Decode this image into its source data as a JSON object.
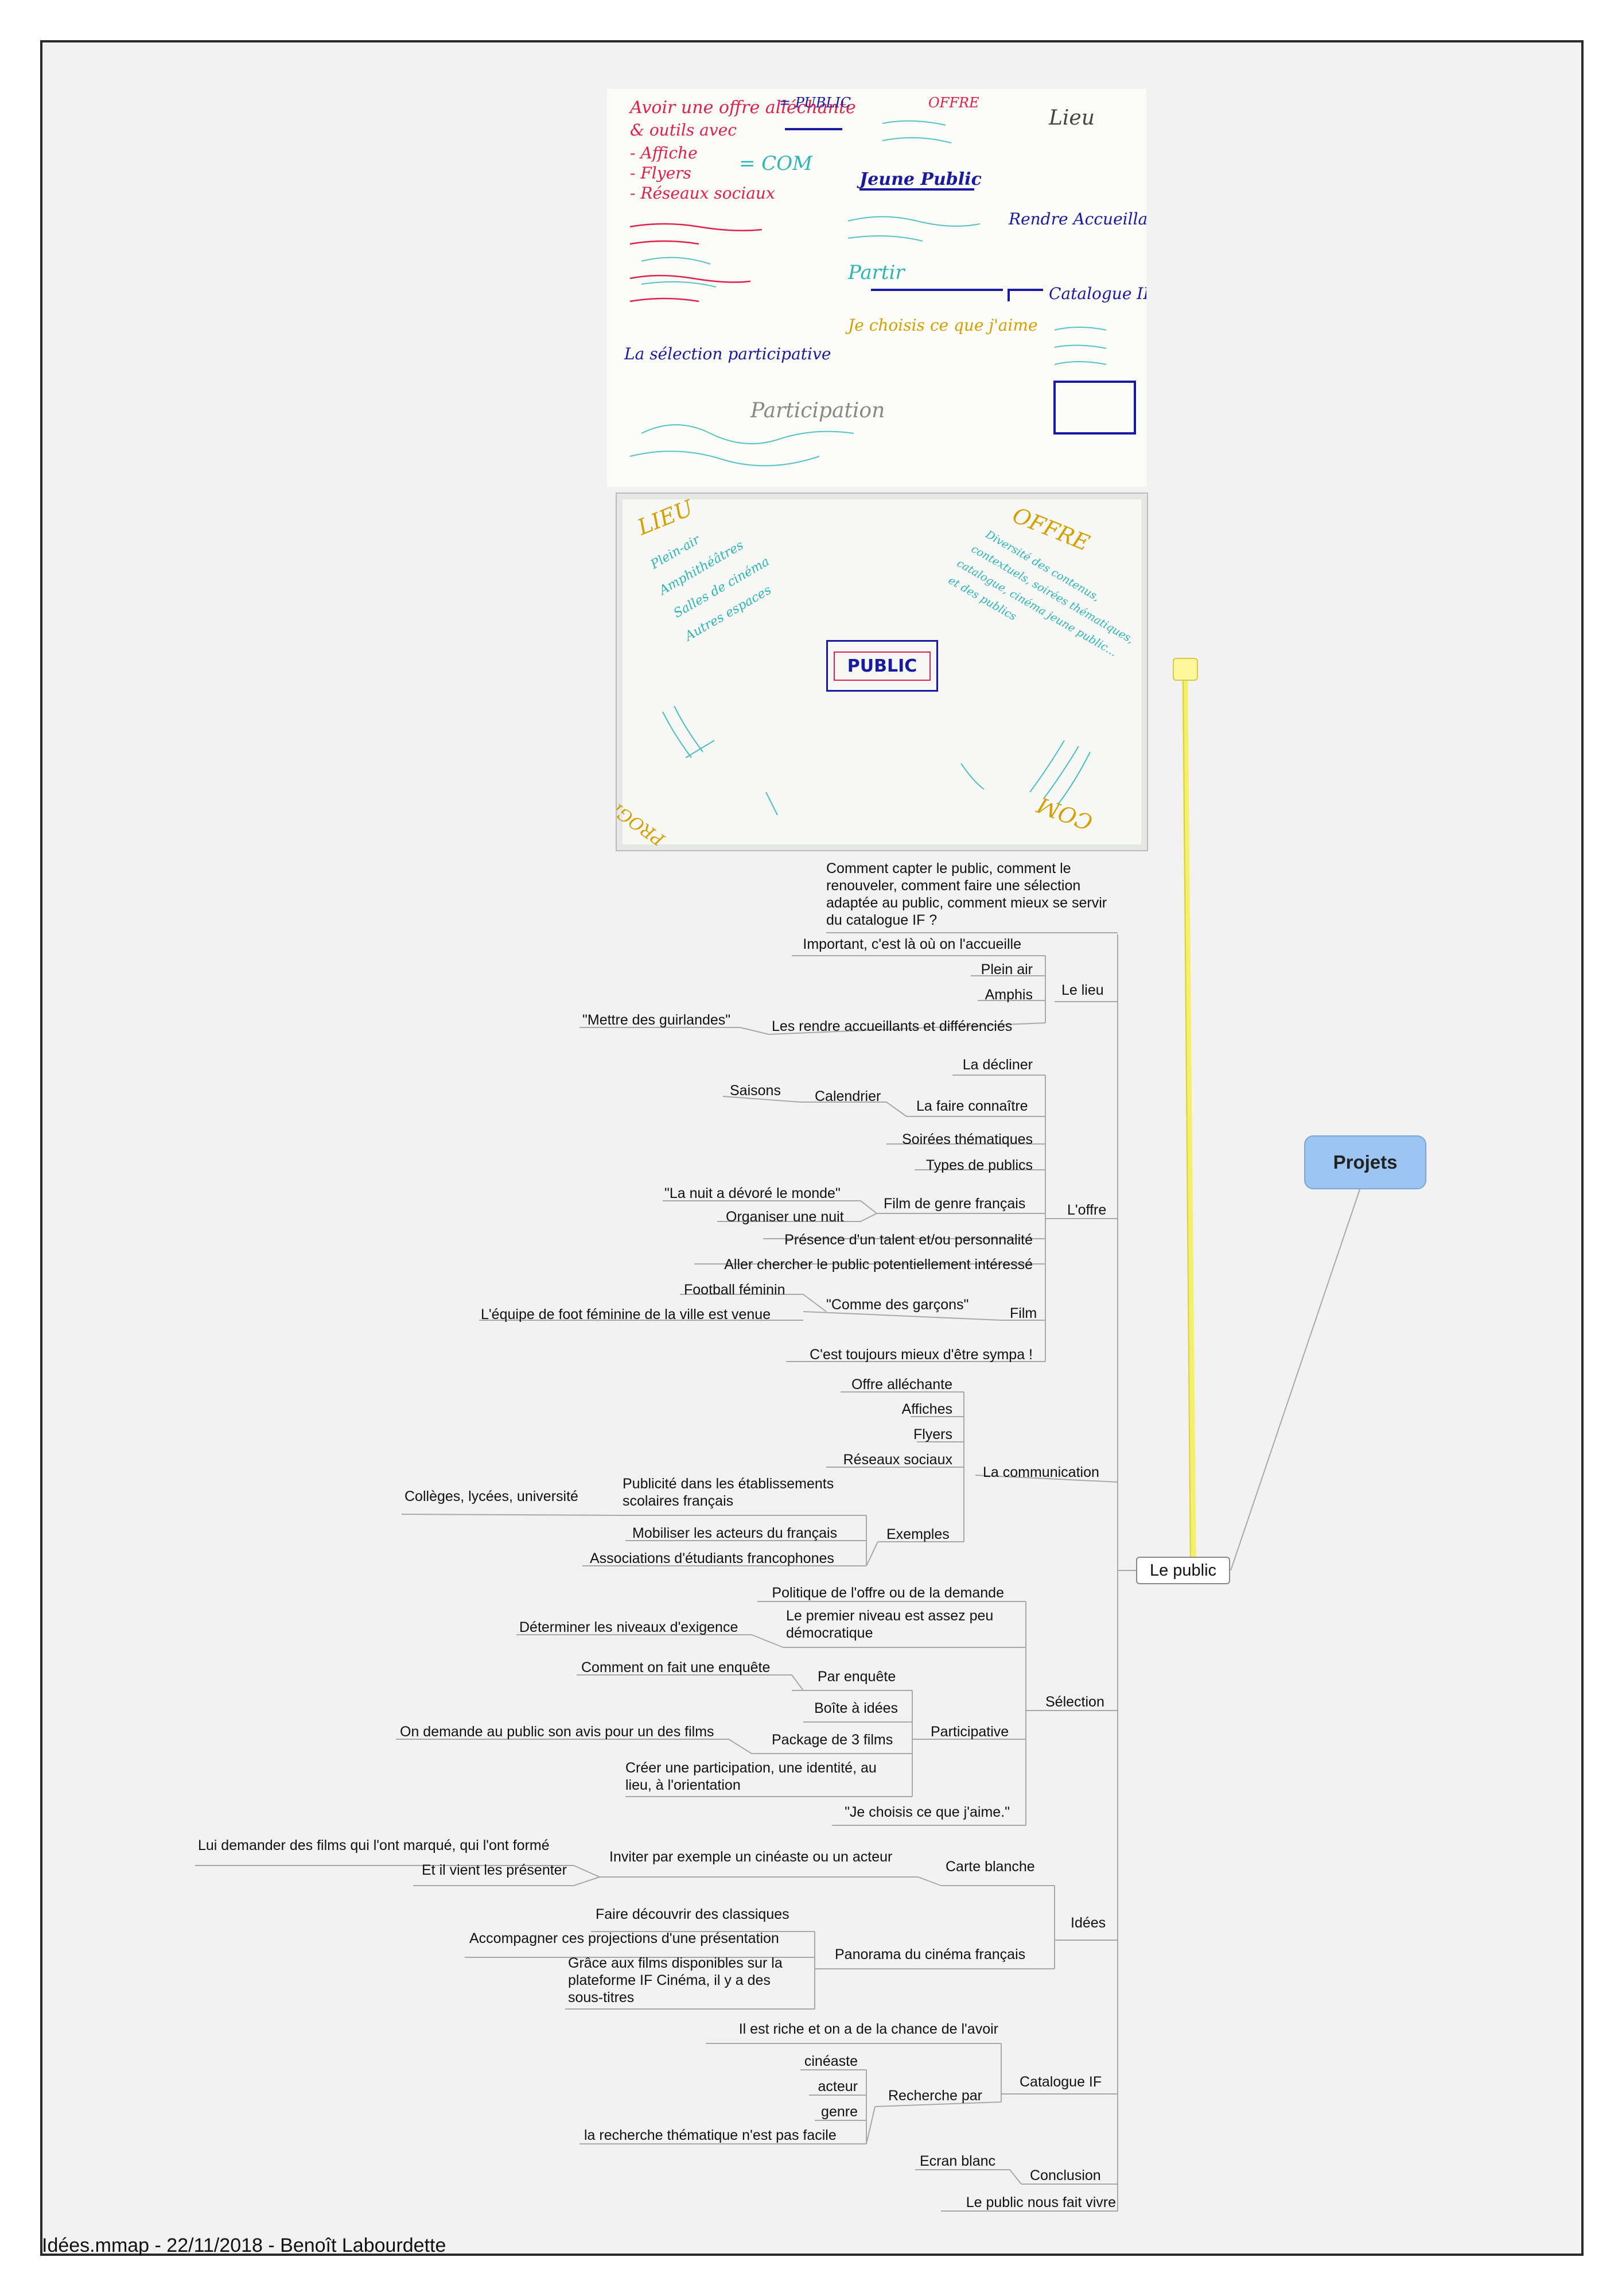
{
  "root": {
    "label": "Projets"
  },
  "topic": {
    "label": "Le public"
  },
  "intro": "Comment capter le public, comment le renouveler, comment faire une sélection adaptée au public, comment mieux se servir du catalogue IF ?",
  "lieu": {
    "label": "Le lieu",
    "items": [
      "Important, c'est là où on l'accueille",
      "Plein air",
      "Amphis",
      "Les rendre accueillants et différenciés"
    ],
    "note": "\"Mettre des guirlandes\""
  },
  "offre": {
    "label": "L'offre",
    "decliner": "La décliner",
    "faire_connaitre": "La faire connaître",
    "calendrier": "Calendrier",
    "saisons": "Saisons",
    "soirees": "Soirées thématiques",
    "types": "Types de publics",
    "film_genre": "Film de genre français",
    "nuit": "\"La nuit a dévoré le monde\"",
    "organiser": "Organiser une nuit",
    "presence": "Présence d'un talent et/ou personnalité",
    "aller": "Aller chercher le public potentiellement intéressé",
    "film": "Film",
    "comme": "\"Comme des garçons\"",
    "football": "Football féminin",
    "equipe": "L'équipe de foot féminine de la ville est venue",
    "sympa": "C'est toujours mieux d'être sympa !"
  },
  "com": {
    "label": "La communication",
    "offre": "Offre alléchante",
    "affiches": "Affiches",
    "flyers": "Flyers",
    "reseaux": "Réseaux sociaux",
    "exemples": "Exemples",
    "pub": "Publicité dans les établissements scolaires français",
    "colleges": "Collèges, lycées, université",
    "mobiliser": "Mobiliser les acteurs du français",
    "assoc": "Associations d'étudiants francophones"
  },
  "selection": {
    "label": "Sélection",
    "politique": "Politique de l'offre ou de la demande",
    "premier": "Le premier niveau est assez peu démocratique",
    "determiner": "Déterminer les niveaux d'exigence",
    "participative": "Participative",
    "enquete": "Par enquête",
    "comment": "Comment on fait une enquête",
    "boite": "Boîte à idées",
    "package": "Package de 3 films",
    "demande": "On demande au public son avis pour un des films",
    "creer": "Créer une participation, une identité, au lieu, à l'orientation",
    "choisis": "\"Je choisis ce que j'aime.\""
  },
  "idees": {
    "label": "Idées",
    "carte": "Carte blanche",
    "inviter": "Inviter par exemple un cinéaste ou un acteur",
    "lui": "Lui demander des films qui l'ont marqué, qui l'ont formé",
    "vient": "Et il vient les présenter",
    "panorama": "Panorama du cinéma français",
    "faire": "Faire découvrir des classiques",
    "accompagner": "Accompagner ces projections d'une présentation",
    "grace": "Grâce aux films disponibles sur la plateforme IF Cinéma, il y a des sous-titres"
  },
  "catalogue": {
    "label": "Catalogue IF",
    "riche": "Il est riche et on a de la chance de l'avoir",
    "recherche": "Recherche par",
    "cineaste": "cinéaste",
    "acteur": "acteur",
    "genre": "genre",
    "thematique": "la recherche thématique n'est pas facile"
  },
  "conclusion": {
    "label": "Conclusion",
    "ecran": "Ecran blanc"
  },
  "final": "Le public nous fait vivre",
  "footer": "Idées.mmap - 22/11/2018 - Benoît Labourdette",
  "photo2": {
    "center": "PUBLIC",
    "lieu": "LIEU",
    "lieu_lines": [
      "Plein-air",
      "Amphithéâtres",
      "Salles de cinéma",
      "Autres espaces"
    ],
    "offre": "OFFRE",
    "offre_lines": [
      "Diversité des contenus,",
      "contextuels, soirées thématiques,",
      "catalogue, cinéma jeune public...",
      "et des publics"
    ],
    "com": "COM",
    "prog": "PROGRAMMATION"
  },
  "photo1": {
    "lines": [
      "Avoir une offre alléchante",
      "& outils avec",
      "- Affiche",
      "- Flyers",
      "- Réseaux sociaux",
      "Jeune Public",
      "Rendre Accueillant Différencier",
      "Catalogue IF",
      "Je choisis ce que j'aime",
      "La sélection participative",
      "Participation",
      "Lieu",
      "Partir",
      "= COM",
      "= PUBLIC",
      "OFFRE"
    ]
  }
}
